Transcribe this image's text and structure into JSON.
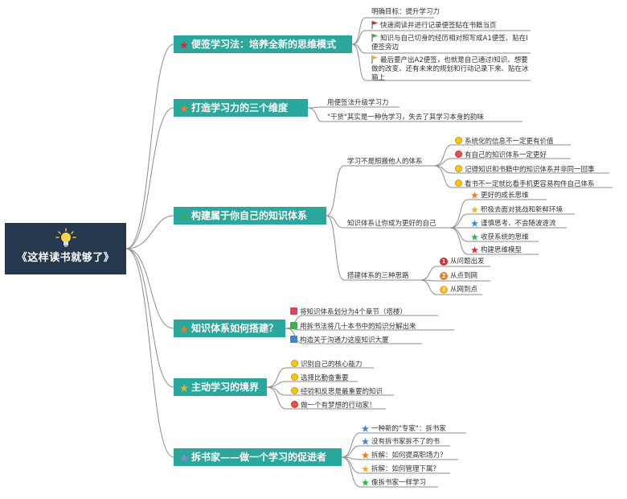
{
  "root": {
    "title": "《这样读书就够了》"
  },
  "branches": [
    {
      "label": "便签学习法：培养全新的思维模式",
      "children": [
        {
          "text": "明确目标：提升学习力"
        },
        {
          "text": "快速阅读并进行记录便签贴在书籍当页"
        },
        {
          "text": "知识与自己切身的经历相对照写成A1便签、贴在I便签旁边"
        },
        {
          "text": "最后要产出A2便签，也就是自己通过I知识、想要做的改变、还有未来的规划和行动记录下来、贴在冰箱上"
        }
      ]
    },
    {
      "label": "打造学习力的三个维度",
      "children": [
        {
          "text": "用便签法升级学习力"
        },
        {
          "text": "\"干货\"其实是一种伪学习，失去了其学习本身的韵味"
        }
      ]
    },
    {
      "label": "构建属于你自己的知识体系",
      "children": [
        {
          "text": "学习不是照搬他人的体系",
          "children": [
            {
              "text": "系统化的信息不一定更有价值"
            },
            {
              "text": "有自己的知识体系一定更好"
            },
            {
              "text": "记得知识和书籍中的知识体系并非同一回事"
            },
            {
              "text": "看书不一定就比看手机更容易构件自己体系"
            }
          ]
        },
        {
          "text": "知识体系让你成为更好的自己",
          "children": [
            {
              "text": "更好的成长思维"
            },
            {
              "text": "积极去面对挑战和新鲜环境"
            },
            {
              "text": "谨慎思考、不会随波逐流"
            },
            {
              "text": "收获系统的思维"
            },
            {
              "text": "构建思维模型"
            }
          ]
        },
        {
          "text": "搭建体系的三种思路",
          "children": [
            {
              "text": "从问题出发",
              "num": "1"
            },
            {
              "text": "从点到网",
              "num": "2"
            },
            {
              "text": "从网到点",
              "num": "3"
            }
          ]
        }
      ]
    },
    {
      "label": "知识体系如何搭建？",
      "children": [
        {
          "text": "将知识体系划分为4个章节（塔楼）"
        },
        {
          "text": "用拆书法将几十本书中的知识分解出来"
        },
        {
          "text": "构造关于沟通力这座知识大厦"
        }
      ]
    },
    {
      "label": "主动学习的境界",
      "children": [
        {
          "text": "识别自己的核心能力"
        },
        {
          "text": "选择比勤奋重要"
        },
        {
          "text": "经验和反思是最重要的知识"
        },
        {
          "text": "做一个有梦想的行动家！"
        }
      ]
    },
    {
      "label": "拆书家——做一个学习的促进者",
      "children": [
        {
          "text": "一种新的\"专家\"：拆书家"
        },
        {
          "text": "没有拆书家拆不了的书"
        },
        {
          "text": "拆解：如何提高职场力？"
        },
        {
          "text": "拆解：如何管理下属？"
        },
        {
          "text": "像拆书家一样学习"
        }
      ]
    }
  ],
  "colors": {
    "root_bg": "#26384d",
    "branch_bg": "#2ba89e",
    "line": "#8c8c8c",
    "star_red": "#d92a2a",
    "star_orange": "#f07a1a",
    "star_blue": "#3a86d4",
    "star_green": "#39b04a",
    "star_purple": "#9b7fd0",
    "star_yellow": "#f3b21b"
  }
}
